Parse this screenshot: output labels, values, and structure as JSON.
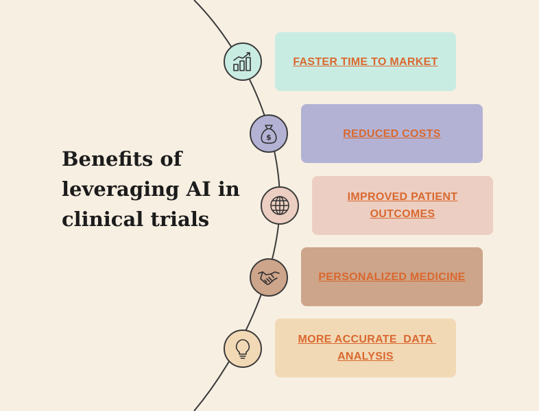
{
  "title_lines": [
    "Benefits of",
    "leveraging AI in",
    "clinical trials"
  ],
  "benefits": [
    {
      "label": "FASTER TIME TO MARKET",
      "icon": "growth-chart-icon",
      "card_color": "#c9ece2",
      "node_color": "#c9ece2"
    },
    {
      "label": "REDUCED COSTS",
      "icon": "money-bag-icon",
      "card_color": "#b3b2d4",
      "node_color": "#b3b2d4"
    },
    {
      "label": "IMPROVED PATIENT OUTCOMES",
      "icon": "globe-icon",
      "card_color": "#eccfc2",
      "node_color": "#eccfc2"
    },
    {
      "label": "PERSONALIZED MEDICINE",
      "icon": "handshake-icon",
      "card_color": "#cda58a",
      "node_color": "#cda58a"
    },
    {
      "label": "MORE ACCURATE  DATA ANALYSIS",
      "icon": "lightbulb-icon",
      "card_color": "#f2d9b6",
      "node_color": "#f2d9b6"
    }
  ],
  "colors": {
    "background": "#f7efe2",
    "label_text": "#d9682f",
    "title_text": "#1c1c1c",
    "line": "#3a3a3a"
  }
}
